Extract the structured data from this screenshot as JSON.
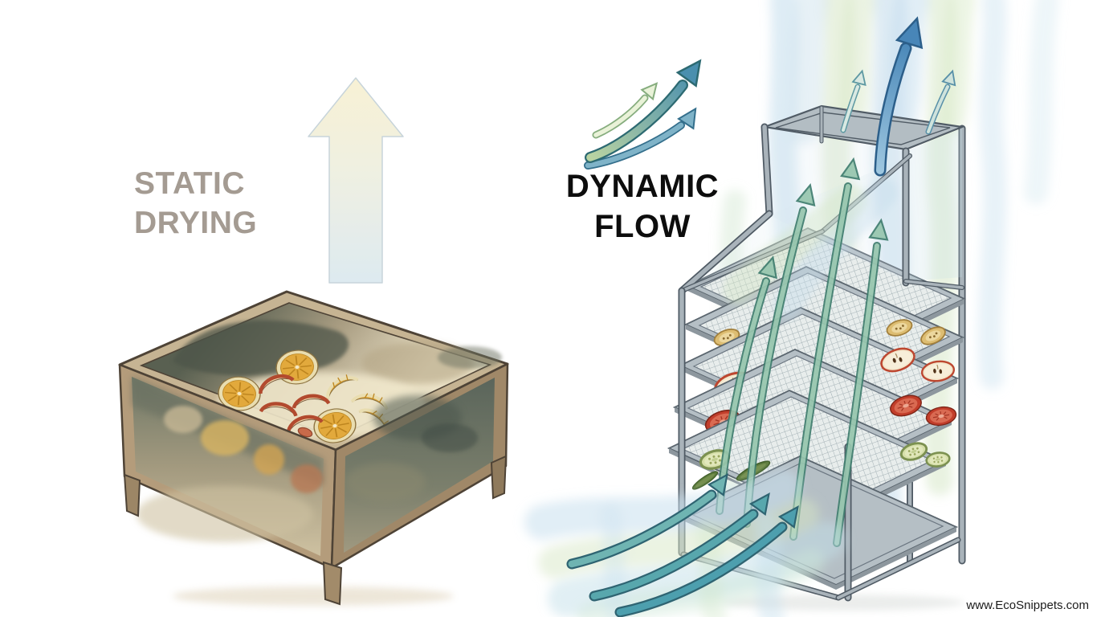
{
  "left_panel": {
    "label_line1": "STATIC",
    "label_line2": "DRYING",
    "label_color": "#a49b92",
    "updraft_arrow_tip_color": "#f8f1d2",
    "updraft_arrow_base_color": "#dce9f0",
    "box_wood_color": "#b49c7b",
    "box_contents": [
      "orange-slices",
      "apple-wedges"
    ]
  },
  "right_panel": {
    "label_line1": "DYNAMIC",
    "label_line2": "FLOW",
    "label_color": "#0d0d0d",
    "rack_frame_color": "#a9b3ba",
    "intake_arrow_color": "#6fb4b2",
    "rising_arrow_color": "#96c6ae",
    "exhaust_arrow_color": "#4886b8",
    "stream_blue": "#c2dcec",
    "stream_green": "#d4e6c2",
    "tray_contents": [
      "dried-chips",
      "banana-slices",
      "apple-halves",
      "tomato-slices",
      "cucumber-slices"
    ]
  },
  "watermark": {
    "text": "www.EcoSnippets.com",
    "color": "#1c1c1c"
  }
}
